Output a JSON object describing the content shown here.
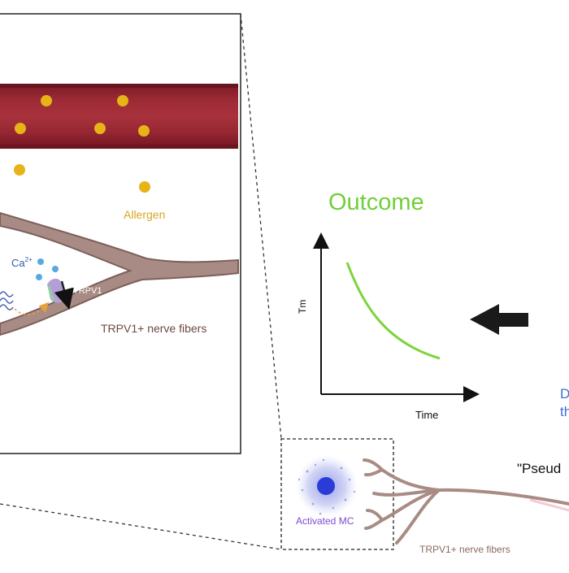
{
  "inset": {
    "allergen_label": "Allergen",
    "calcium_label": "Ca",
    "calcium_superscript": "2+",
    "receptor_label": "TRPV1",
    "nerve_label": "TRPV1+ nerve fibers"
  },
  "outcome": {
    "title": "Outcome",
    "y_axis_label": "Tm",
    "x_axis_label": "Time",
    "curve_color": "#7dd43c",
    "title_color": "#6fcf3a"
  },
  "right_side": {
    "partial_text_1": "D",
    "partial_text_2": "th",
    "quote_label": "\"Pseud"
  },
  "cell": {
    "label": "Activated MC",
    "nerve_label": "TRPV1+ nerve fibers"
  },
  "colors": {
    "vessel": "#8b1e2a",
    "allergen": "#e6b417",
    "nerve": "#a88b84",
    "calcium": "#5aa8e0",
    "receptor": "#b49ed8",
    "cell": "#2b3bd6"
  }
}
